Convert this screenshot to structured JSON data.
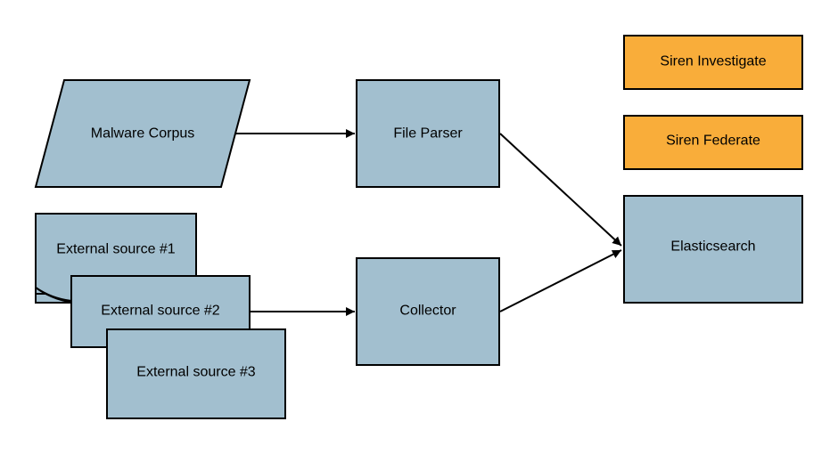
{
  "colors": {
    "process_fill": "#a2bfcf",
    "product_fill": "#f9ad3a",
    "stroke": "#000000",
    "background": "#ffffff"
  },
  "nodes": {
    "malware_corpus": "Malware Corpus",
    "file_parser": "File Parser",
    "external_source_1": "External source #1",
    "external_source_2": "External source #2",
    "external_source_3": "External source #3",
    "collector": "Collector",
    "elasticsearch": "Elasticsearch",
    "siren_investigate": "Siren Investigate",
    "siren_federate": "Siren Federate"
  },
  "edges": [
    {
      "from": "malware_corpus",
      "to": "file_parser"
    },
    {
      "from": "file_parser",
      "to": "elasticsearch"
    },
    {
      "from": "external_source_2",
      "to": "collector"
    },
    {
      "from": "collector",
      "to": "elasticsearch"
    }
  ]
}
